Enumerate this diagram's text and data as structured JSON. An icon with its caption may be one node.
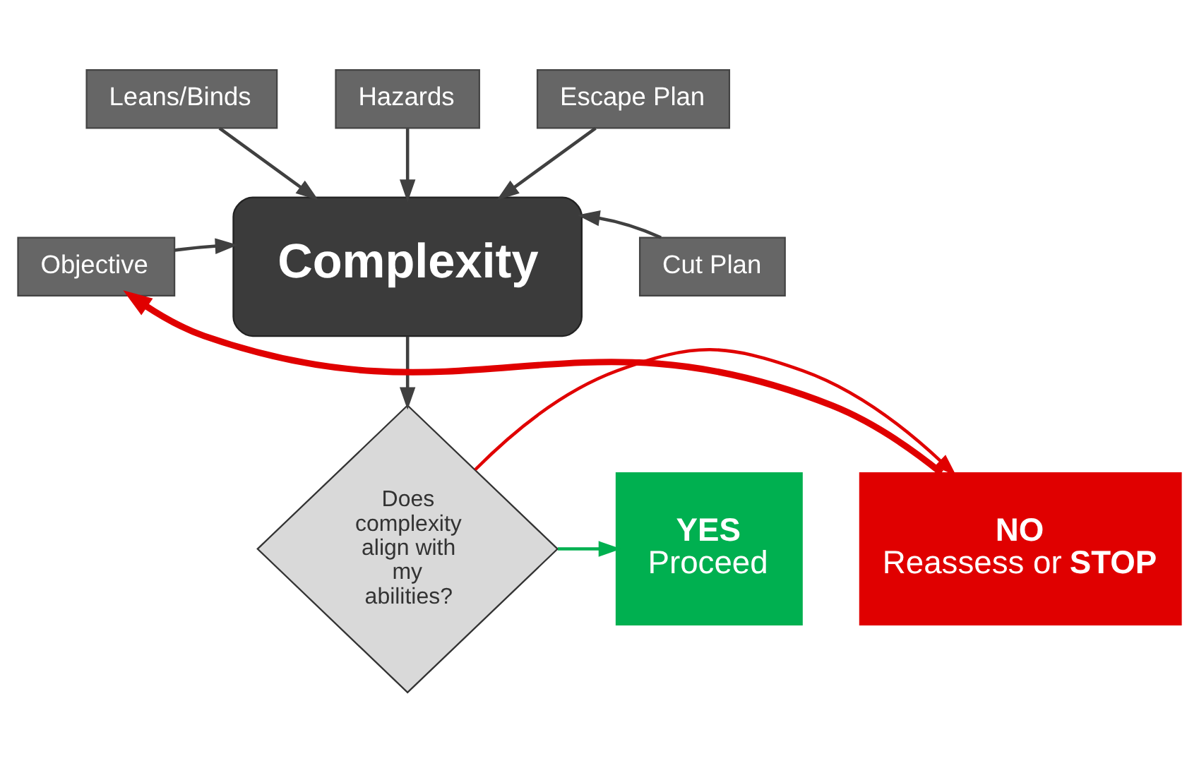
{
  "diagram": {
    "nodes": [
      {
        "text": [
          "Leans/Binds"
        ]
      },
      {
        "text": [
          "Hazards"
        ]
      },
      {
        "text": [
          "Escape Plan"
        ]
      },
      {
        "text": [
          "Objective"
        ]
      },
      {
        "text": [
          "Complexity"
        ]
      },
      {
        "text": [
          "Cut Plan"
        ]
      },
      {
        "text": [
          "Does complexity align with my abilities?"
        ]
      },
      {
        "text": [
          "NO",
          "Reassess or **STOP**"
        ]
      },
      {
        "text": [
          "YES",
          "Proceed"
        ]
      }
    ],
    "edges": [
      {
        "from": 0,
        "to": 4,
        "arrow": "to"
      },
      {
        "from": 1,
        "to": 4,
        "arrow": "to"
      },
      {
        "from": 2,
        "to": 4,
        "arrow": "to"
      },
      {
        "from": 3,
        "to": 4,
        "arrow": "to"
      },
      {
        "from": 5,
        "to": 4,
        "arrow": "to"
      },
      {
        "from": 4,
        "to": 6,
        "arrow": "to"
      },
      {
        "from": 6,
        "to": 7,
        "arrow": "to",
        "color": "#e00000"
      },
      {
        "from": 6,
        "to": 8,
        "arrow": "to",
        "color": "#00b050"
      },
      {
        "from": 7,
        "to": 3,
        "arrow": "to",
        "style": "thick",
        "color": "#e00000"
      }
    ]
  }
}
